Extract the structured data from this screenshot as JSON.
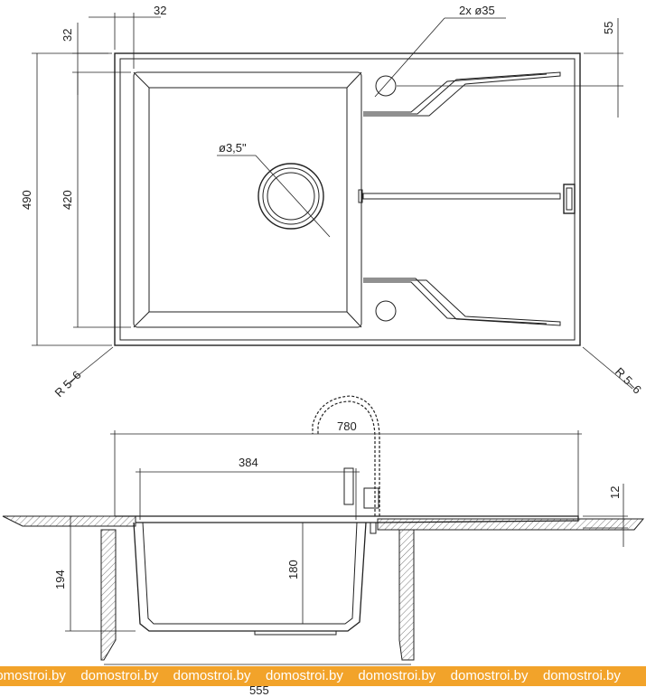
{
  "top_view": {
    "dims": {
      "offset_32_top": "32",
      "offset_32_left": "32",
      "holes": "2x ø35",
      "offset_55": "55",
      "height_490": "490",
      "height_420": "420",
      "drain": "ø3,5\"",
      "radius_left": "R 5–6",
      "radius_right": "R 5–6"
    }
  },
  "side_view": {
    "dims": {
      "width_780": "780",
      "bowl_384": "384",
      "thickness_12": "12",
      "depth_194": "194",
      "depth_180": "180",
      "bottom_cut": "555"
    }
  },
  "watermark": {
    "text": "domostroi.by",
    "colors": {
      "bar": "#f2a32a",
      "text": "#ffffff"
    }
  }
}
